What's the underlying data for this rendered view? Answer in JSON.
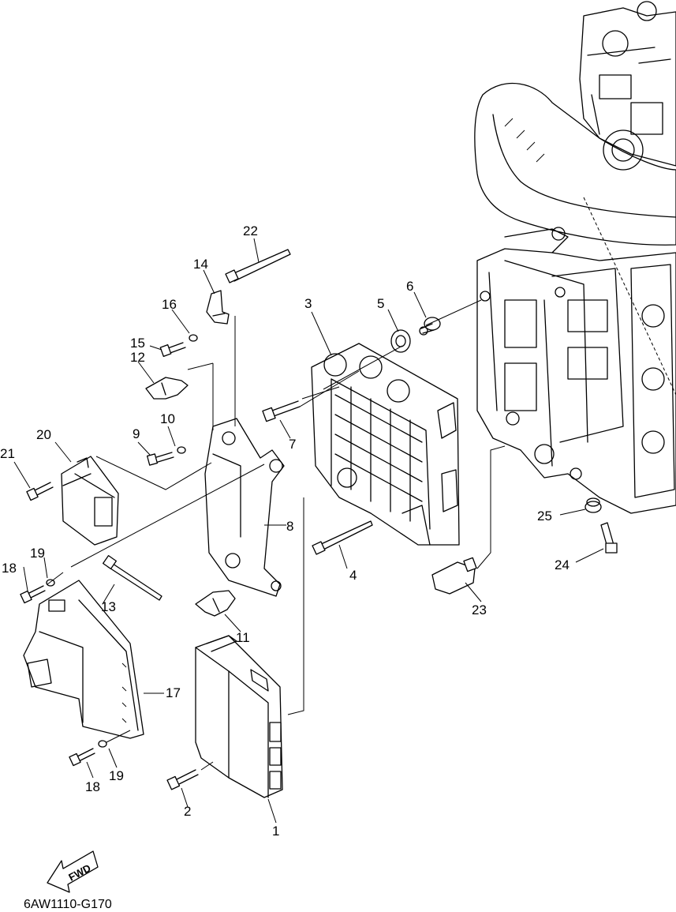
{
  "diagram": {
    "drawing_code": "6AW1110-G170",
    "direction_label": "FWD",
    "callouts": {
      "c1": "1",
      "c2": "2",
      "c3": "3",
      "c4": "4",
      "c5": "5",
      "c6": "6",
      "c7": "7",
      "c8": "8",
      "c9": "9",
      "c10": "10",
      "c11": "11",
      "c12": "12",
      "c13": "13",
      "c14": "14",
      "c15": "15",
      "c16": "16",
      "c17": "17",
      "c18a": "18",
      "c18b": "18",
      "c19a": "19",
      "c19b": "19",
      "c20": "20",
      "c21": "21",
      "c22": "22",
      "c23": "23",
      "c24": "24",
      "c25": "25"
    }
  }
}
